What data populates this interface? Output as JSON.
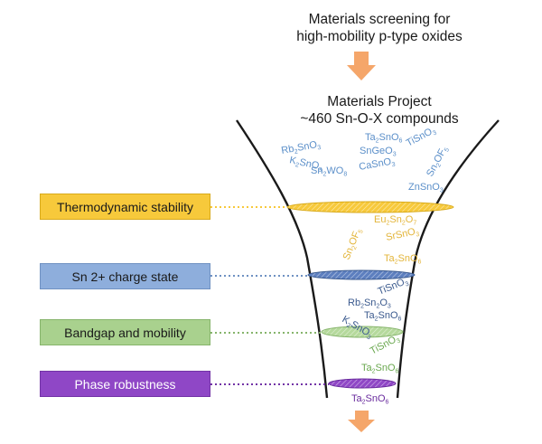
{
  "caption_top": {
    "line1": "Materials screening for",
    "line2": "high-mobility p-type oxides"
  },
  "caption_mp": {
    "line1": "Materials Project",
    "line2": "~460 Sn-O-X compounds"
  },
  "stages": [
    {
      "label": "Thermodynamic stability",
      "color": "#f7c93b"
    },
    {
      "label": "Sn 2+ charge state",
      "color": "#8eaedc"
    },
    {
      "label": "Bandgap and mobility",
      "color": "#a9d18e"
    },
    {
      "label": "Phase robustness",
      "color": "#8f47c6"
    }
  ],
  "funnel_compounds": {
    "top": [
      "Ta2SnO6",
      "TiSnO3",
      "SnGeO3",
      "Sn2WO8",
      "CaSnO3",
      "ZnSnO3",
      "Sn2OF5",
      "K2SnO3",
      "Rb2SnO3"
    ],
    "after_stability": [
      "Eu2Sn2O7",
      "SrSnO3",
      "Sn2OF5",
      "Ta2SnO6"
    ],
    "after_charge": [
      "TiSnO3",
      "Rb2Sn2O3",
      "K2SnO3",
      "Ta2SnO6"
    ],
    "after_bandgap": [
      "TiSnO3",
      "Ta2SnO6"
    ],
    "final": "Ta2SnO6"
  },
  "colors": {
    "arrow": "#f5a66a",
    "top_text": "#5b8fc9",
    "stability_text": "#e3b53a",
    "charge_text": "#3b5a8e",
    "bandgap_text": "#6aa84f",
    "final_text": "#6a2c9e"
  }
}
